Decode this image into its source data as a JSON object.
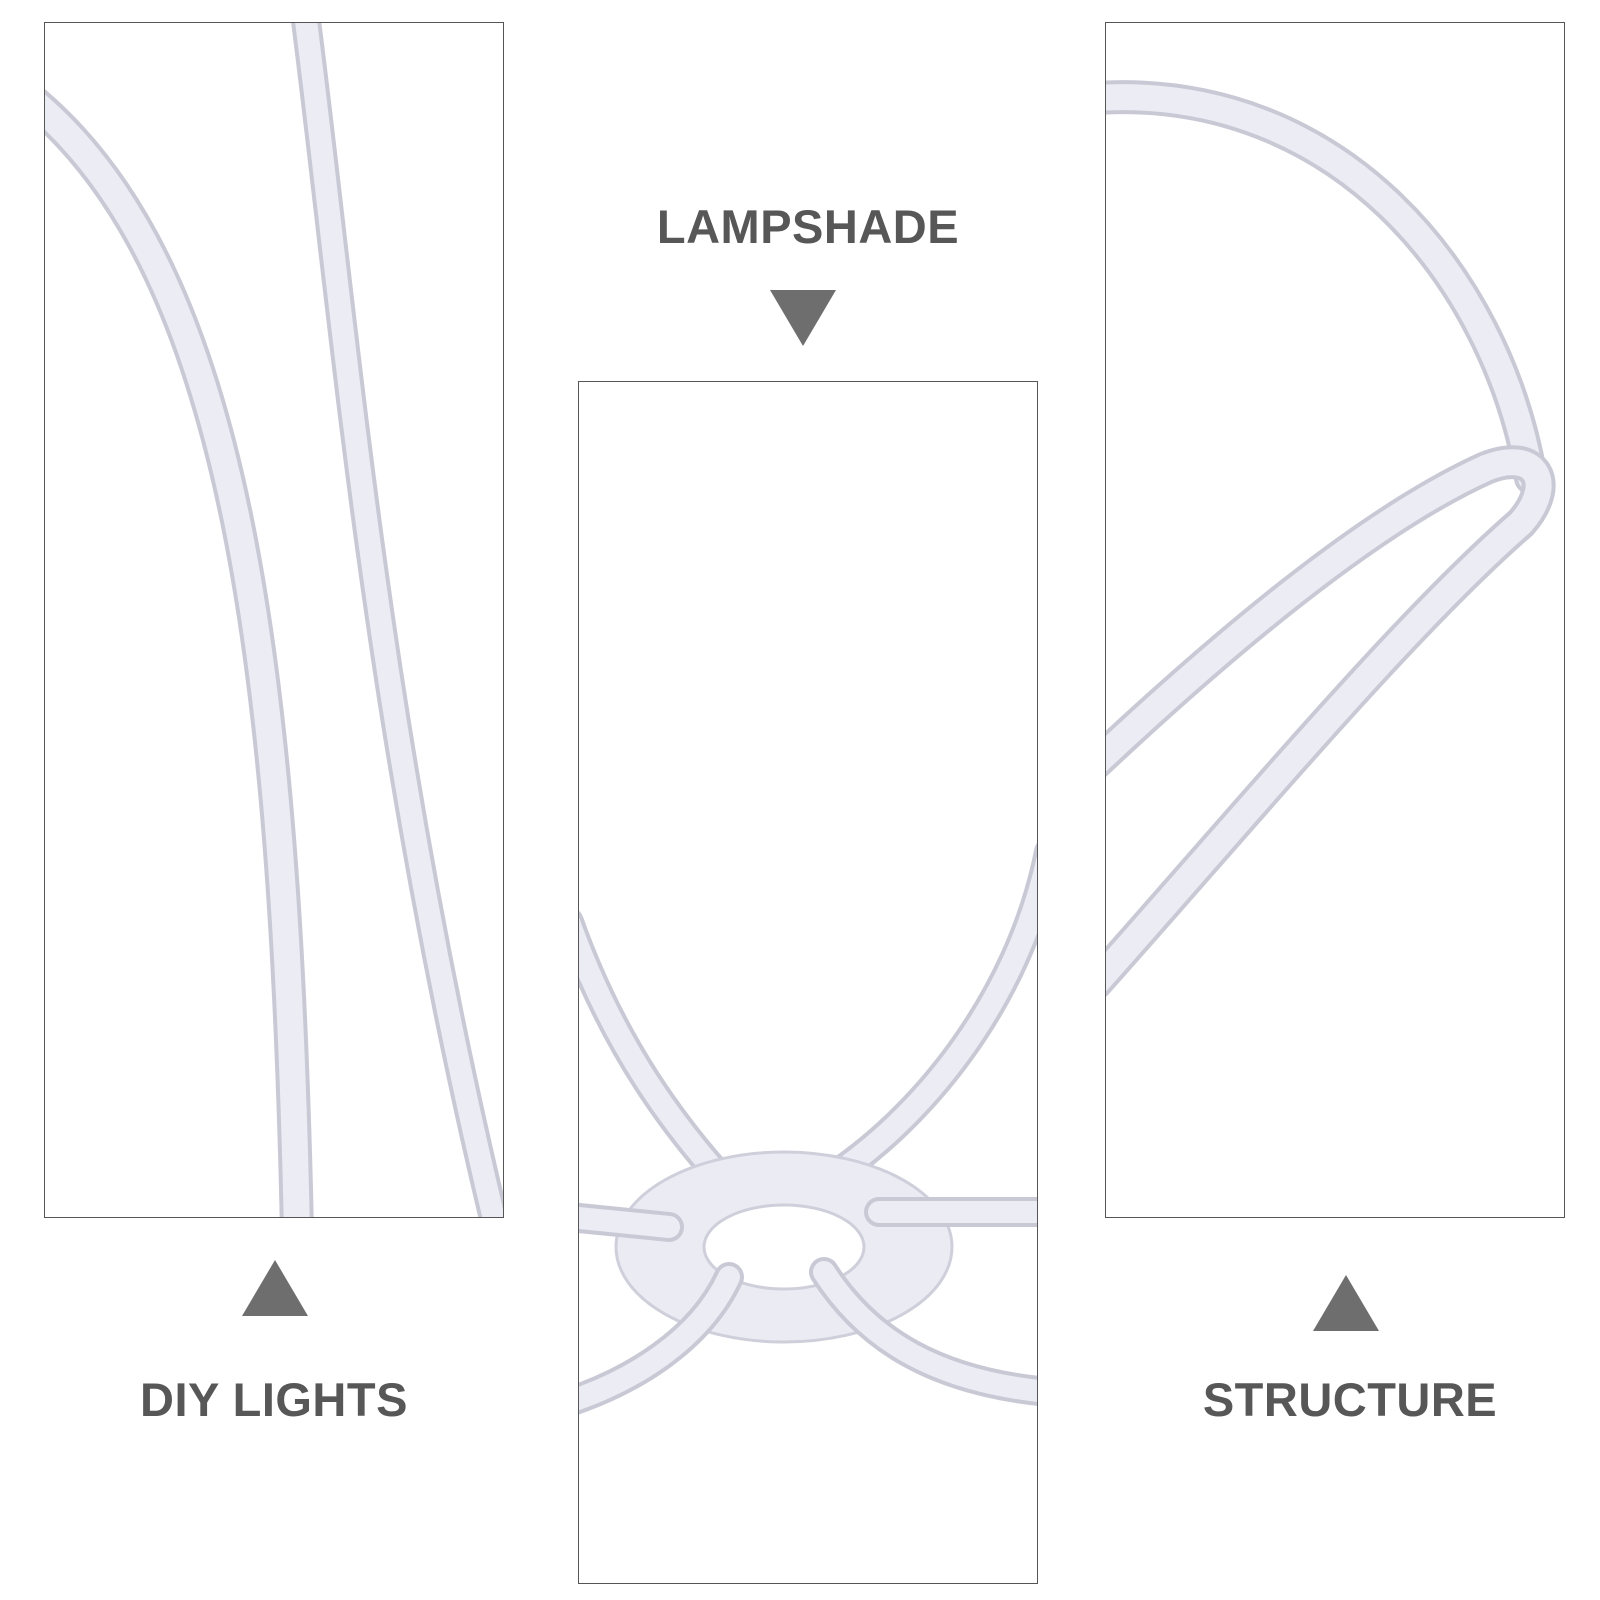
{
  "captions": {
    "top": "LAMPSHADE",
    "left": "DIY LIGHTS",
    "right": "STRUCTURE"
  },
  "colors": {
    "text": "#575757",
    "arrow": "#6e6e6e",
    "frame_border": "#555555",
    "wire": "#e9e9f2",
    "wire_edge": "#c9c9d6"
  },
  "icons": {
    "down": "triangle-down-icon",
    "up": "triangle-up-icon"
  }
}
